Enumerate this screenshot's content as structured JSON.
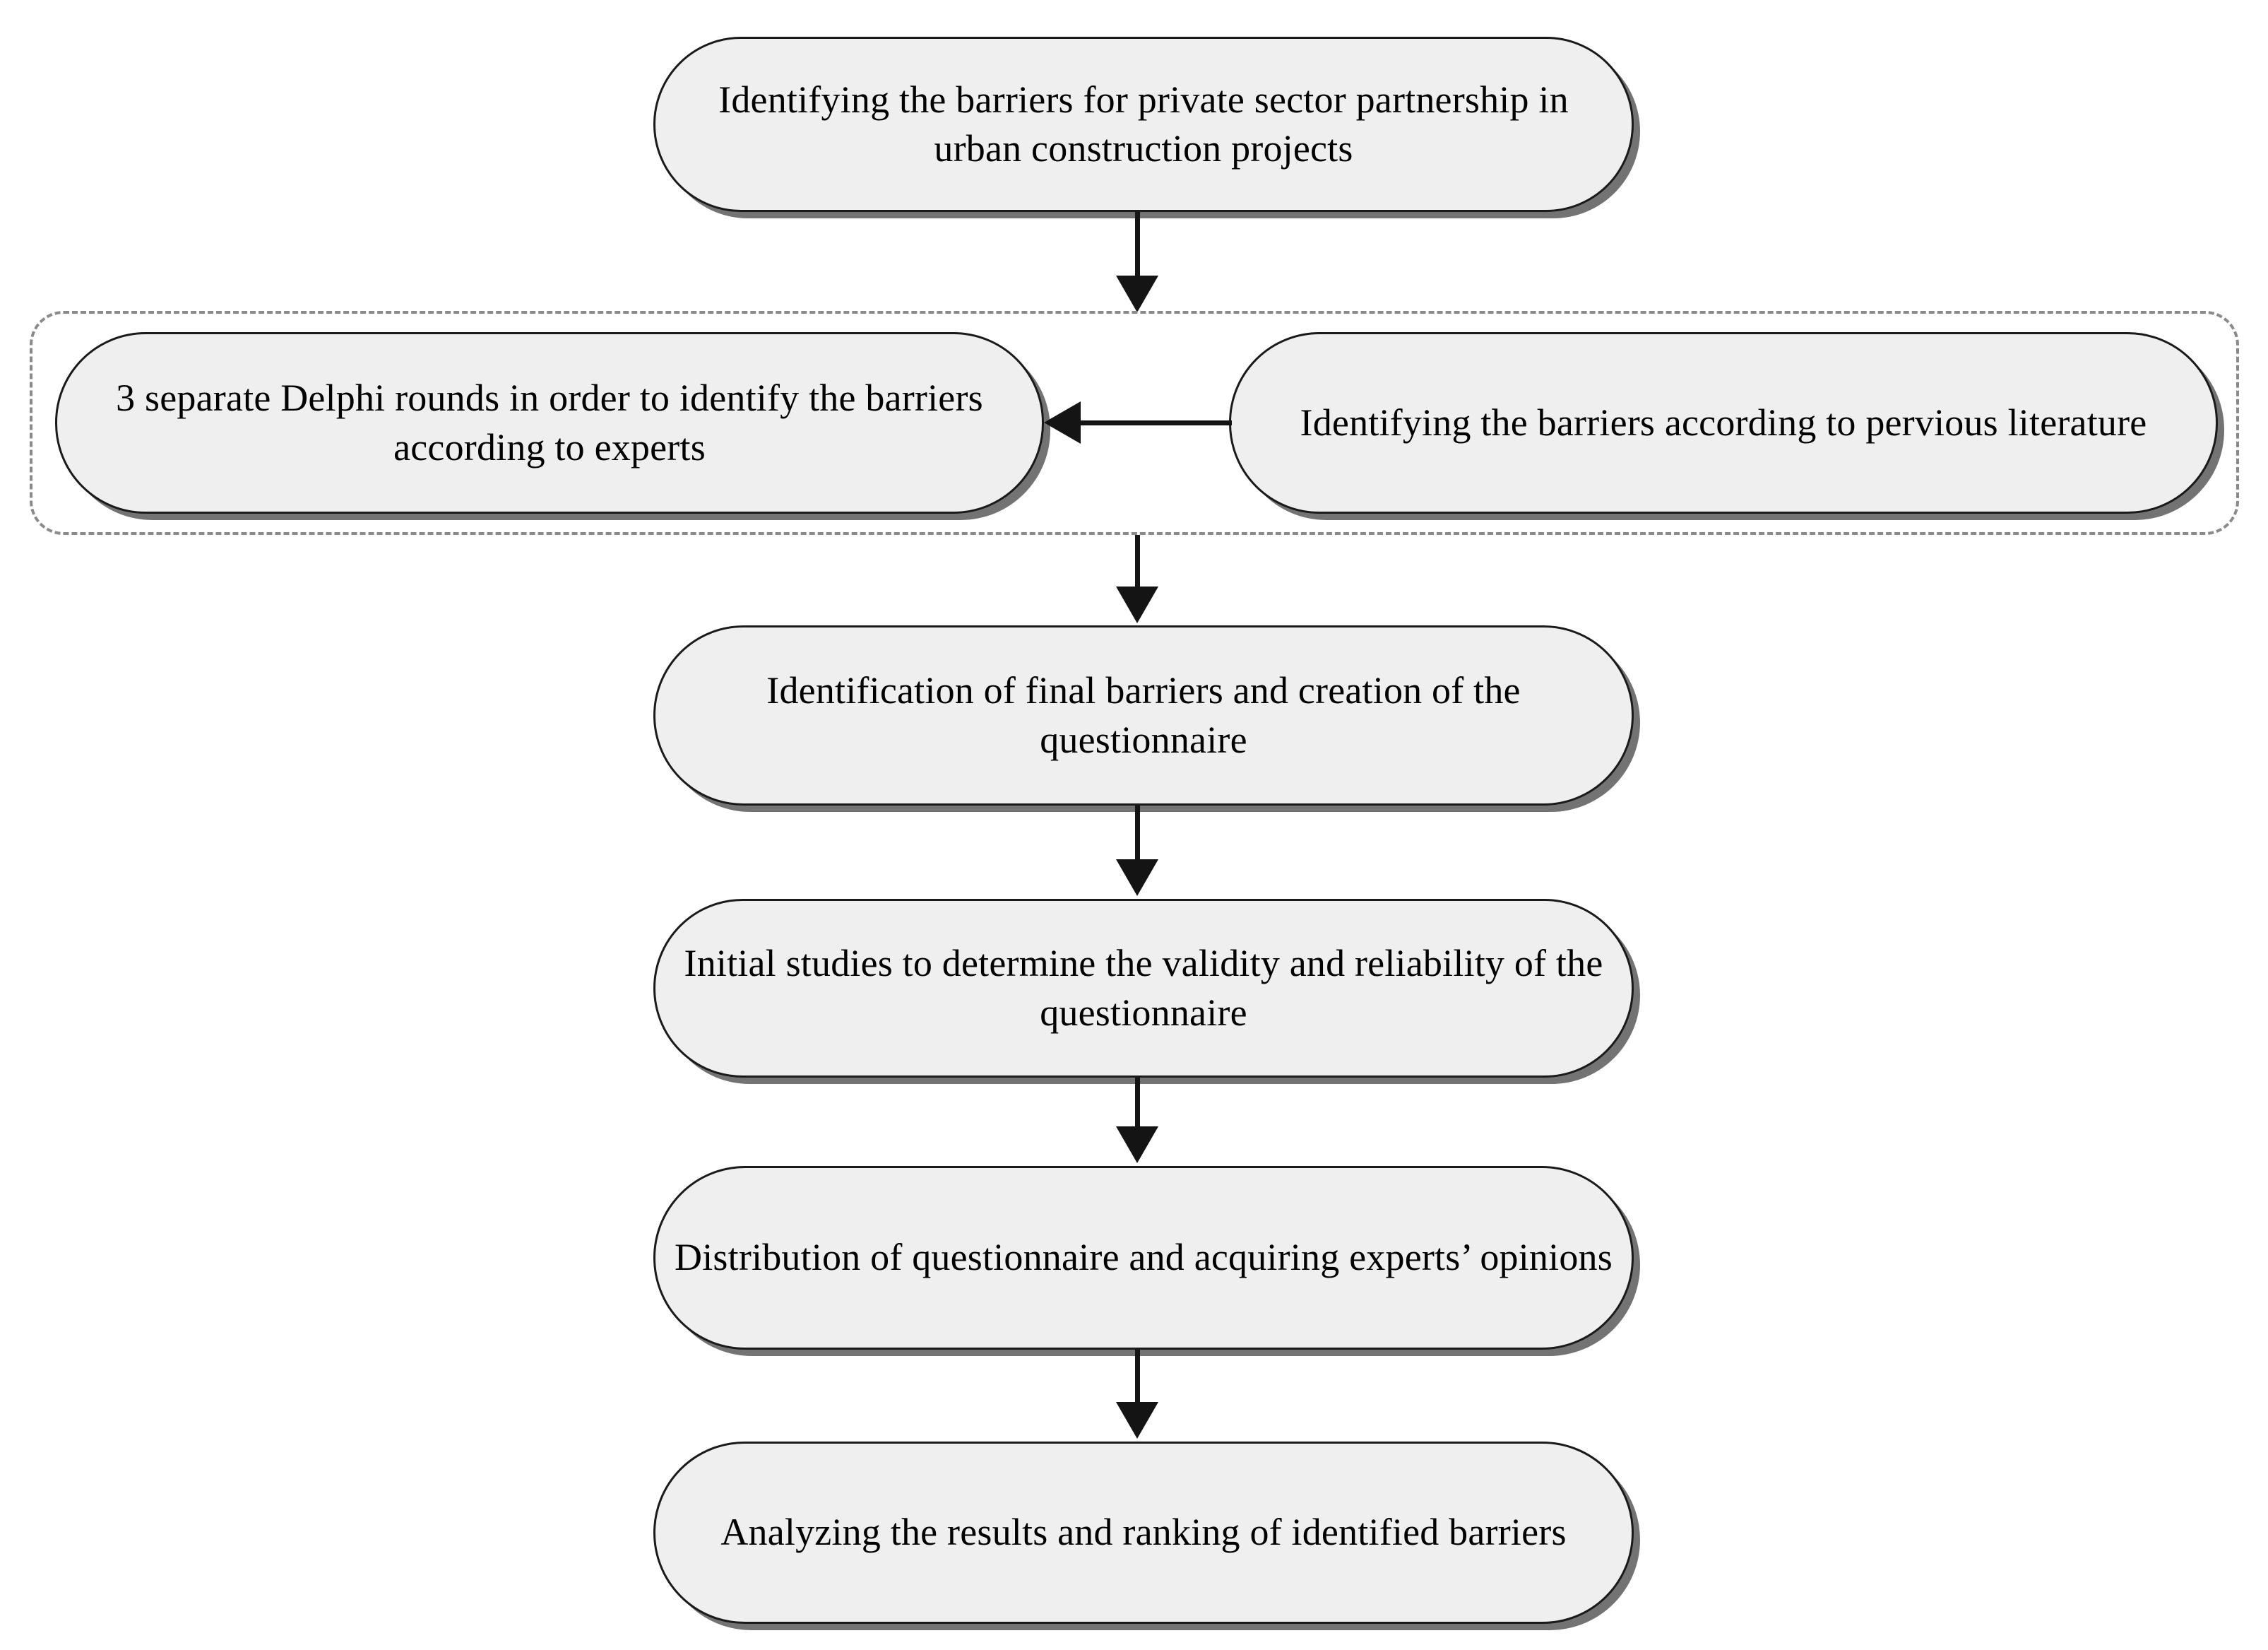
{
  "diagram": {
    "type": "flowchart",
    "orientation": "top-to-bottom",
    "colors": {
      "node_fill": "#efefef",
      "node_border": "#1a1a1a",
      "node_shadow": "#5a5a5a",
      "group_border": "#8a8a8a",
      "connector": "#141414",
      "text": "#000000",
      "background": "#ffffff"
    },
    "nodes": [
      {
        "id": "n1",
        "label": "Identifying the barriers for private sector partnership in urban construction projects",
        "shape": "rounded-rectangle"
      },
      {
        "id": "n2",
        "label": "3 separate Delphi rounds in order to identify the barriers according to experts",
        "shape": "rounded-rectangle"
      },
      {
        "id": "n3",
        "label": "Identifying the barriers according to pervious literature",
        "shape": "rounded-rectangle"
      },
      {
        "id": "n4",
        "label": "Identification of final barriers and creation of the questionnaire",
        "shape": "rounded-rectangle"
      },
      {
        "id": "n5",
        "label": "Initial studies to determine the validity and reliability of the questionnaire",
        "shape": "rounded-rectangle"
      },
      {
        "id": "n6",
        "label": "Distribution of questionnaire and acquiring experts’ opinions",
        "shape": "rounded-rectangle"
      },
      {
        "id": "n7",
        "label": "Analyzing the results and ranking of identified barriers",
        "shape": "rounded-rectangle"
      }
    ],
    "group": {
      "id": "g1",
      "label": "",
      "border_style": "dashed",
      "contains": [
        "n2",
        "n3"
      ]
    },
    "edges": [
      {
        "from": "n1",
        "to": "g1",
        "direction": "down",
        "style": "solid",
        "arrowhead": "filled-triangle"
      },
      {
        "from": "n3",
        "to": "n2",
        "direction": "left",
        "style": "solid",
        "arrowhead": "filled-triangle"
      },
      {
        "from": "g1",
        "to": "n4",
        "direction": "down",
        "style": "solid",
        "arrowhead": "filled-triangle"
      },
      {
        "from": "n4",
        "to": "n5",
        "direction": "down",
        "style": "solid",
        "arrowhead": "filled-triangle"
      },
      {
        "from": "n5",
        "to": "n6",
        "direction": "down",
        "style": "solid",
        "arrowhead": "filled-triangle"
      },
      {
        "from": "n6",
        "to": "n7",
        "direction": "down",
        "style": "solid",
        "arrowhead": "filled-triangle"
      }
    ]
  }
}
